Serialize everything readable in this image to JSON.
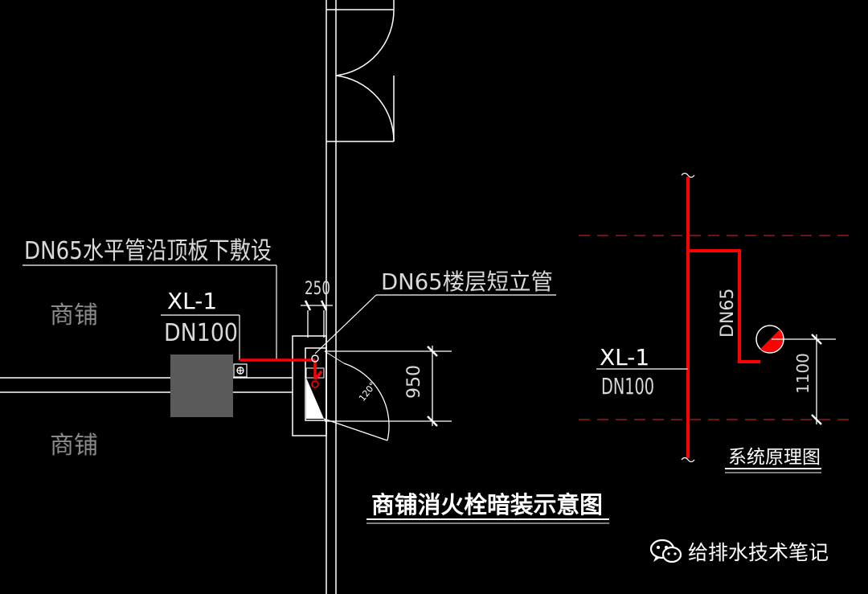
{
  "labels": {
    "horizontal_pipe_note": "DN65水平管沿顶板下敷设",
    "shop_upper": "商铺",
    "shop_lower": "商铺",
    "riser_code_left": "XL-1",
    "riser_dn_left": "DN100",
    "dim_250": "250",
    "floor_riser_note": "DN65楼层短立管",
    "dim_950": "950",
    "angle_120": "120°",
    "riser_code_right": "XL-1",
    "riser_dn_right": "DN100",
    "branch_dn": "DN65",
    "dim_1100": "1100",
    "system_title": "系统原理图",
    "main_title": "商铺消火栓暗装示意图",
    "watermark": "给排水技术笔记"
  },
  "colors": {
    "background": "#000000",
    "linework": "#ffffff",
    "annotation": "#d9d9d9",
    "pipe": "#ff0000",
    "column_fill": "#5a5a5a",
    "dashed_level": "#b02020"
  }
}
